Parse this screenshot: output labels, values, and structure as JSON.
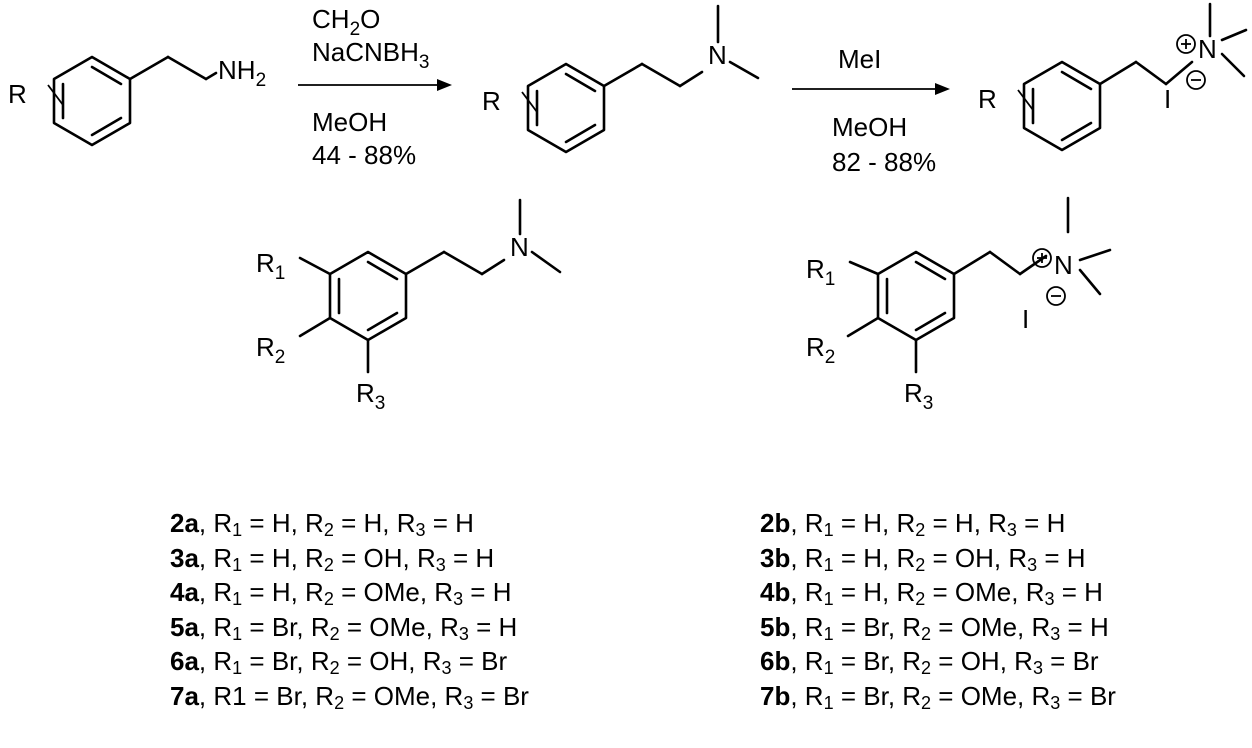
{
  "reaction": {
    "step1": {
      "reagent_line1": "CH",
      "reagent_line1_sub": "2",
      "reagent_line1_end": "O",
      "reagent_line2": "NaCNBH",
      "reagent_line2_sub": "3",
      "solvent": "MeOH",
      "yield": "44 - 88%"
    },
    "step2": {
      "reagent": "MeI",
      "solvent": "MeOH",
      "yield": "82 - 88%"
    }
  },
  "atoms": {
    "R": "R",
    "N": "N",
    "NH": "NH",
    "NH_sub": "2",
    "I": "I",
    "R1": "R",
    "R1_sub": "1",
    "R2": "R",
    "R2_sub": "2",
    "R3": "R",
    "R3_sub": "3",
    "plus": "+",
    "minus": "−"
  },
  "compounds_a": [
    {
      "id": "2a",
      "r1_label": "R",
      "r1_sub": "1",
      "r1": "H",
      "r2": "H",
      "r3": "H"
    },
    {
      "id": "3a",
      "r1_label": "R",
      "r1_sub": "1",
      "r1": "H",
      "r2": "OH",
      "r3": "H"
    },
    {
      "id": "4a",
      "r1_label": "R",
      "r1_sub": "1",
      "r1": "H",
      "r2": "OMe",
      "r3": "H"
    },
    {
      "id": "5a",
      "r1_label": "R",
      "r1_sub": "1",
      "r1": "Br",
      "r2": "OMe",
      "r3": "H"
    },
    {
      "id": "6a",
      "r1_label": "R",
      "r1_sub": "1",
      "r1": "Br",
      "r2": "OH",
      "r3": "Br"
    },
    {
      "id": "7a",
      "r1_label": "R1",
      "r1_sub": "",
      "r1": "Br",
      "r2": "OMe",
      "r3": "Br"
    }
  ],
  "compounds_b": [
    {
      "id": "2b",
      "r1_label": "R",
      "r1_sub": "1",
      "r1": "H",
      "r2": "H",
      "r3": "H"
    },
    {
      "id": "3b",
      "r1_label": "R",
      "r1_sub": "1",
      "r1": "H",
      "r2": "OH",
      "r3": "H"
    },
    {
      "id": "4b",
      "r1_label": "R",
      "r1_sub": "1",
      "r1": "H",
      "r2": "OMe",
      "r3": "H"
    },
    {
      "id": "5b",
      "r1_label": "R",
      "r1_sub": "1",
      "r1": "Br",
      "r2": "OMe",
      "r3": "H"
    },
    {
      "id": "6b",
      "r1_label": "R",
      "r1_sub": "1",
      "r1": "Br",
      "r2": "OH",
      "r3": "Br"
    },
    {
      "id": "7b",
      "r1_label": "R",
      "r1_sub": "1",
      "r1": "Br",
      "r2": "OMe",
      "r3": "Br"
    }
  ]
}
